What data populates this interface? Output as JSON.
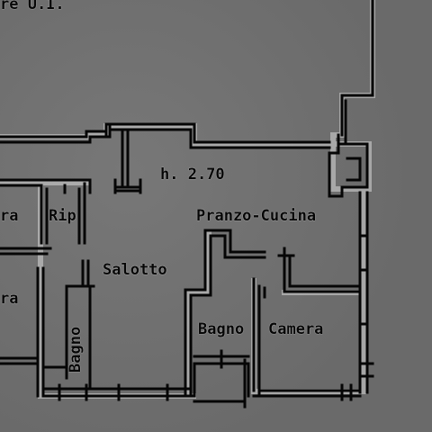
{
  "labels": {
    "header_fragment": "re U.I.",
    "height": "h. 2.70",
    "pranzo_cucina": "Pranzo-Cucina",
    "rip": "Rip",
    "ra_upper": "ra",
    "salotto": "Salotto",
    "ra_lower": "ra",
    "bagno_vertical": "Bagno",
    "bagno": "Bagno",
    "camera": "Camera"
  },
  "colors": {
    "background": "#707070",
    "ink": "#060606",
    "highlight": "#ffffff"
  }
}
